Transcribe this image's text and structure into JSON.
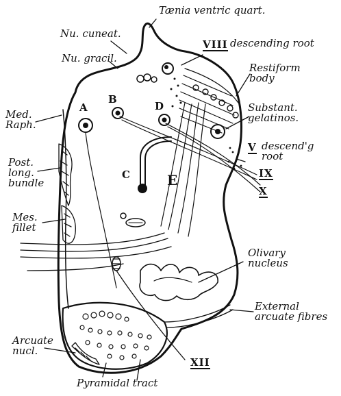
{
  "labels": {
    "taenia": "Tænia ventric quart.",
    "nu_cuneat": "Nu. cuneat.",
    "nu_gracil": "Nu. gracil.",
    "viii": "VIII",
    "viii_text": "descending root",
    "restiform": "Restiform body",
    "med_raph": "Med. Raph.",
    "substant": "Substant. gelatinos.",
    "v": "V",
    "v_text": "descend'g root",
    "post_long": "Post. long. bundle",
    "ix": "IX",
    "x": "X",
    "mes_fillet": "Mes. fillet",
    "olivary": "Olivary nucleus",
    "external": "External arcuate fibres",
    "arcuate": "Arcuate nucl.",
    "xii": "XII",
    "pyramidal": "Pyramidal tract"
  },
  "letters": {
    "a": "A",
    "b": "B",
    "d": "D",
    "c": "C",
    "e": "E"
  }
}
